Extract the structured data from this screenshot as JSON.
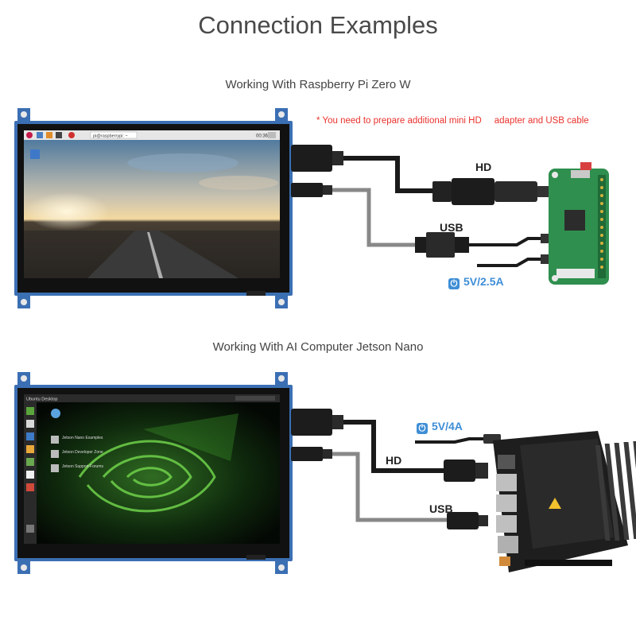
{
  "title": "Connection Examples",
  "sections": [
    {
      "heading": "Working With Raspberry Pi Zero W",
      "note": "* You need to prepare additional mini HD     adapter and USB cable",
      "hd_label": "HD",
      "usb_label": "USB",
      "power_label": "5V/2.5A",
      "screen_topbar_text": "pi@raspberrypi: ~",
      "screen_clock": "00:36"
    },
    {
      "heading": "Working With AI Computer Jetson Nano",
      "hd_label": "HD",
      "usb_label": "USB",
      "power_label": "5V/4A",
      "screen_topbar_text": "Ubuntu Desktop",
      "desktop_icons": [
        "Jetson Nano Examples",
        "Jetson Developer Zone",
        "Jetson Support Forums"
      ]
    }
  ],
  "icons": {
    "power": "power-icon"
  },
  "colors": {
    "note": "#e8322d",
    "power_label": "#3e8ed6",
    "board_pi": "#2f8f4e",
    "board_jetson": "#1e1e1e",
    "pcb_blue": "#3b6fb3",
    "cable_black": "#1a1a1a",
    "cable_gray": "#888888"
  }
}
